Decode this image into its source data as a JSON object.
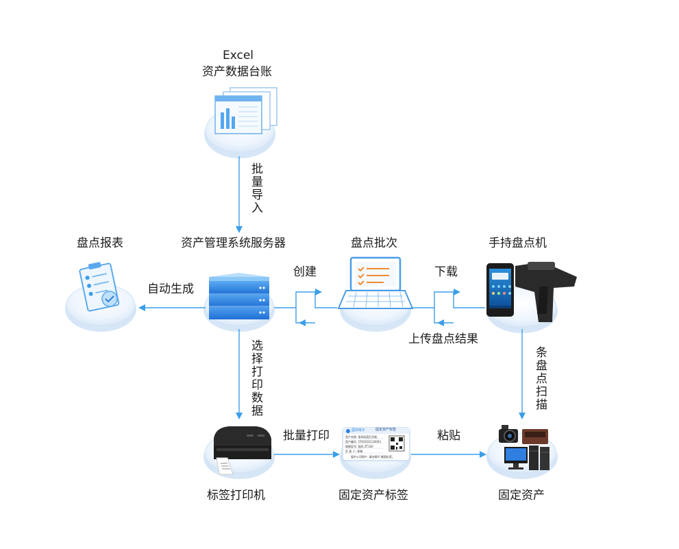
{
  "nodes": {
    "excel": {
      "title_line1": "Excel",
      "title_line2": "资产数据台账"
    },
    "report": {
      "title": "盘点报表"
    },
    "server": {
      "title": "资产管理系统服务器"
    },
    "batch": {
      "title": "盘点批次"
    },
    "handheld": {
      "title": "手持盘点机"
    },
    "printer": {
      "title": "标签打印机"
    },
    "label": {
      "title": "固定资产标签"
    },
    "assets": {
      "title": "固定资产"
    }
  },
  "edges": {
    "import": "批量导入",
    "auto_generate": "自动生成",
    "create": "创建",
    "download": "下载",
    "upload": "上传盘点结果",
    "select_print": "选择打印数据",
    "batch_print": "批量打印",
    "paste": "粘贴",
    "scan": "条盘点扫描"
  },
  "asset_tag": {
    "heading": "固定资产标签",
    "logo_text": "国讯电子",
    "rows": [
      "资产名称: 条码标签打印机",
      "资产编号: CP20201120003",
      "规格型号: 国讯 ZT320",
      "负 责 人: 李晓"
    ],
    "footer": "爱护公司财产, 请勿损坏 撕毁标签。"
  },
  "colors": {
    "arrow": "#3b9eea",
    "pedestal": "#e9f3fd",
    "accent_blue": "#2f7fe0"
  }
}
